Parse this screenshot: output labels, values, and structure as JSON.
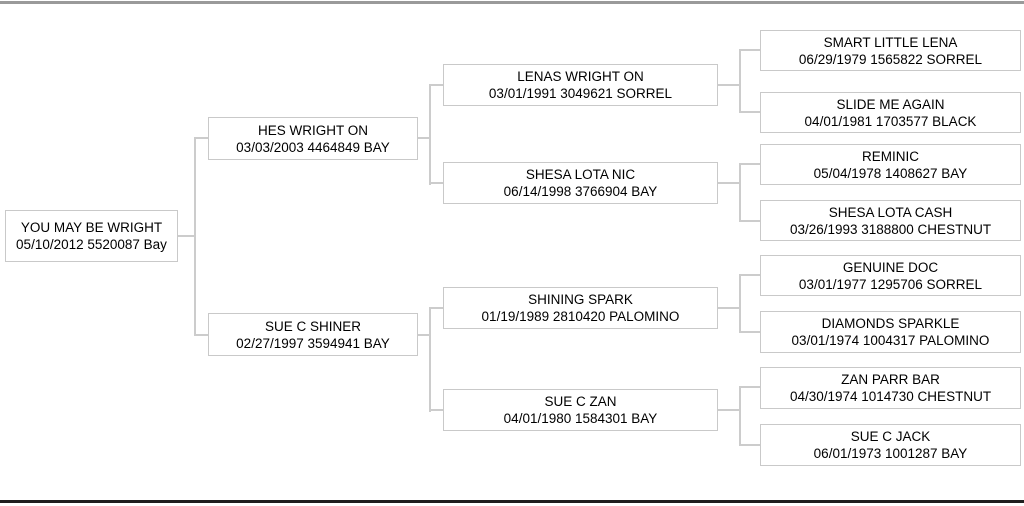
{
  "page": {
    "background": "#ffffff",
    "top_rule_color": "#9a9a9a",
    "bottom_rule_color": "#1f1f1f",
    "connector_color": "#cccccc",
    "box_border_color": "#c9c9c9",
    "text_color": "#000000"
  },
  "pedigree": {
    "subject": {
      "name": "YOU MAY BE WRIGHT",
      "detail": "05/10/2012 5520087 Bay"
    },
    "gen2": [
      {
        "name": "HES WRIGHT ON",
        "detail": "03/03/2003 4464849 BAY"
      },
      {
        "name": "SUE C SHINER",
        "detail": "02/27/1997 3594941 BAY"
      }
    ],
    "gen3": [
      {
        "name": "LENAS WRIGHT ON",
        "detail": "03/01/1991 3049621 SORREL"
      },
      {
        "name": "SHESA LOTA NIC",
        "detail": "06/14/1998 3766904 BAY"
      },
      {
        "name": "SHINING SPARK",
        "detail": "01/19/1989 2810420 PALOMINO"
      },
      {
        "name": "SUE C ZAN",
        "detail": "04/01/1980 1584301 BAY"
      }
    ],
    "gen4": [
      {
        "name": "SMART LITTLE LENA",
        "detail": "06/29/1979 1565822 SORREL"
      },
      {
        "name": "SLIDE ME AGAIN",
        "detail": "04/01/1981 1703577 BLACK"
      },
      {
        "name": "REMINIC",
        "detail": "05/04/1978 1408627 BAY"
      },
      {
        "name": "SHESA LOTA CASH",
        "detail": "03/26/1993 3188800 CHESTNUT"
      },
      {
        "name": "GENUINE DOC",
        "detail": "03/01/1977 1295706 SORREL"
      },
      {
        "name": "DIAMONDS SPARKLE",
        "detail": "03/01/1974 1004317 PALOMINO"
      },
      {
        "name": "ZAN PARR BAR",
        "detail": "04/30/1974 1014730 CHESTNUT"
      },
      {
        "name": "SUE C JACK",
        "detail": "06/01/1973 1001287 BAY"
      }
    ]
  }
}
